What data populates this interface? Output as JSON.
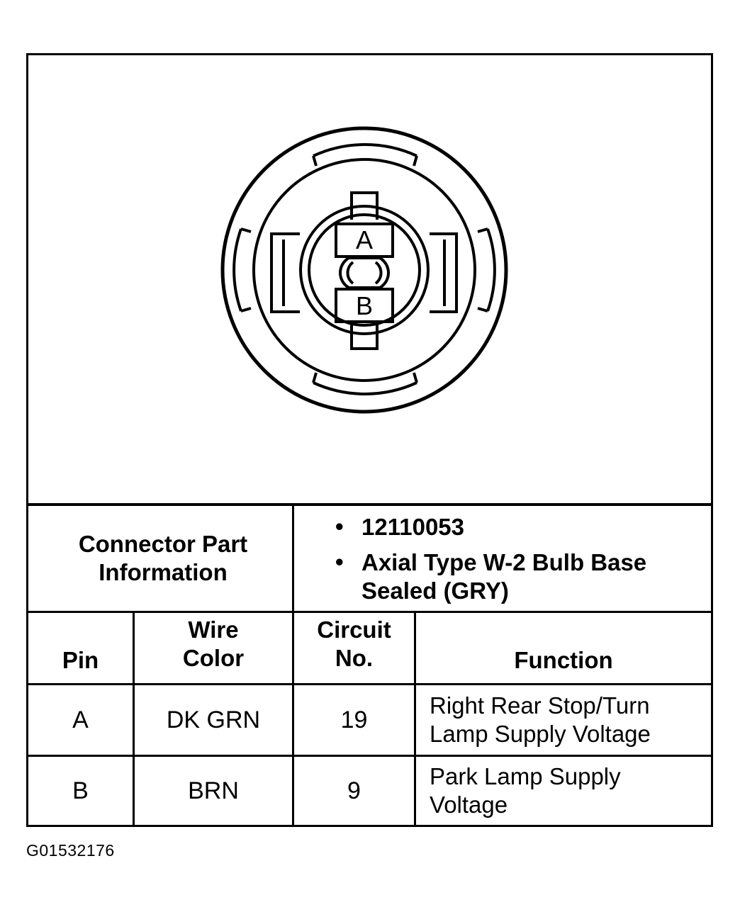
{
  "diagram": {
    "pin_labels": [
      "A",
      "B"
    ]
  },
  "connector_info": {
    "label_line1": "Connector Part",
    "label_line2": "Information",
    "items": [
      {
        "bullet": "•",
        "line1": "12110053",
        "line2": ""
      },
      {
        "bullet": "•",
        "line1": "Axial Type W-2 Bulb Base",
        "line2": "Sealed (GRY)"
      }
    ]
  },
  "table": {
    "headers": {
      "pin": "Pin",
      "wire_line1": "Wire",
      "wire_line2": "Color",
      "circuit_line1": "Circuit",
      "circuit_line2": "No.",
      "function": "Function"
    },
    "rows": [
      {
        "pin": "A",
        "wire": "DK GRN",
        "circuit": "19",
        "function_line1": "Right Rear Stop/Turn",
        "function_line2": "Lamp Supply Voltage"
      },
      {
        "pin": "B",
        "wire": "BRN",
        "circuit": "9",
        "function_line1": "Park Lamp Supply",
        "function_line2": "Voltage"
      }
    ]
  },
  "figure_code": "G01532176"
}
